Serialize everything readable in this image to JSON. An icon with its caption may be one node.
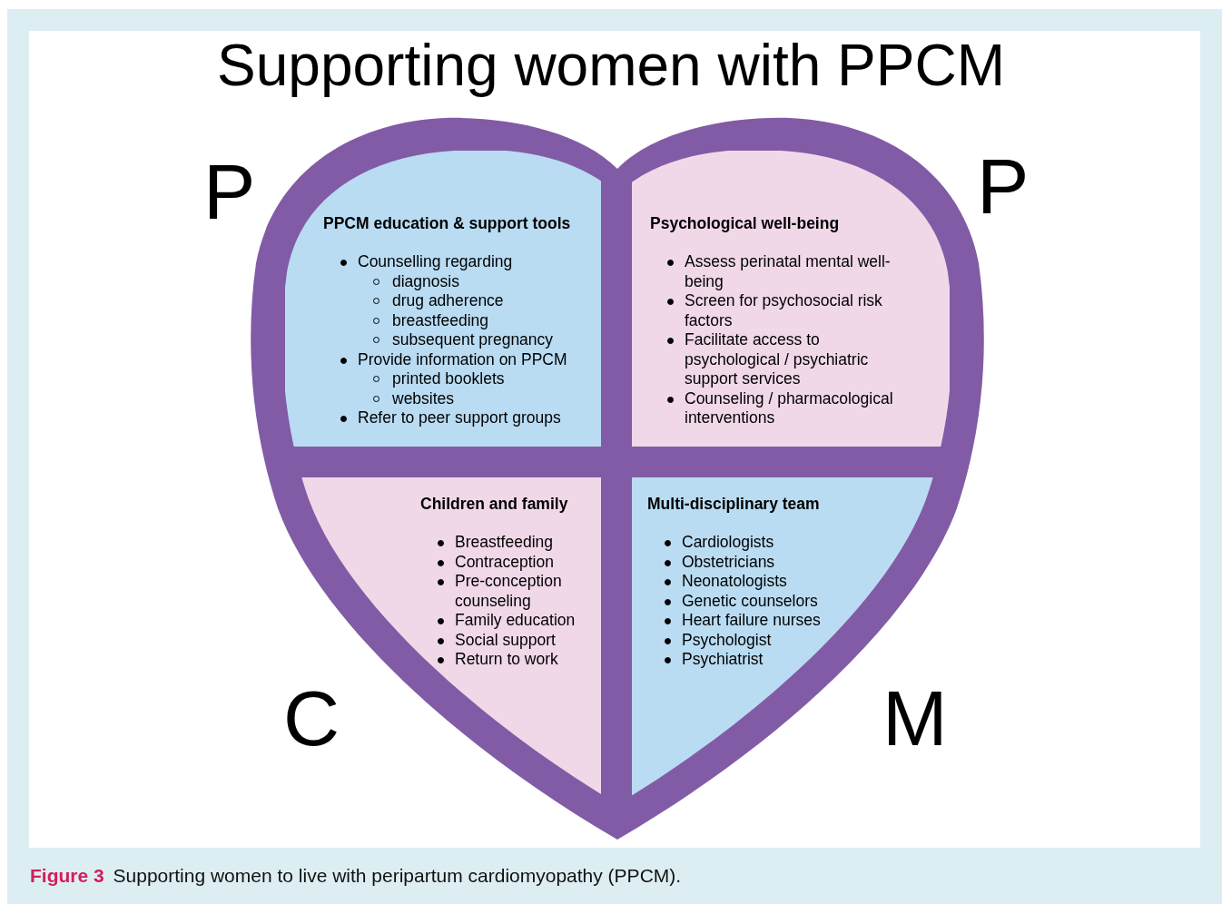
{
  "diagram": {
    "title": "Supporting women with PPCM",
    "caption": "**Figure 3** Supporting women to live with peripartum cardiomyopathy (PPCM).",
    "nodes": [
      {
        "text": [],
        "shape": "heart"
      },
      {
        "text": [
          "PPCM education & support tools",
          "Counselling regarding",
          "diagnosis",
          "drug adherence",
          "breastfeeding",
          "subsequent pregnancy",
          "Provide information on PPCM",
          "printed booklets",
          "websites",
          "Refer to peer support groups"
        ],
        "in": 0
      },
      {
        "text": [
          "Psychological well-being",
          "Assess perinatal mental well-being",
          "Screen for psychosocial risk factors",
          "Facilitate access to psychological / psychiatric support services",
          "Counseling / pharmacological interventions"
        ],
        "in": 0
      },
      {
        "text": [
          "Children and family",
          "Breastfeeding",
          "Contraception",
          "Pre-conception counseling",
          "Family education",
          "Social support",
          "Return to work"
        ],
        "in": 0
      },
      {
        "text": [
          "Multi-disciplinary team",
          "Cardiologists",
          "Obstetricians",
          "Neonatologists",
          "Genetic counselors",
          "Heart failure nurses",
          "Psychologist",
          "Psychiatrist"
        ],
        "in": 0
      }
    ],
    "labels": [
      "P",
      "P",
      "C",
      "M"
    ]
  }
}
